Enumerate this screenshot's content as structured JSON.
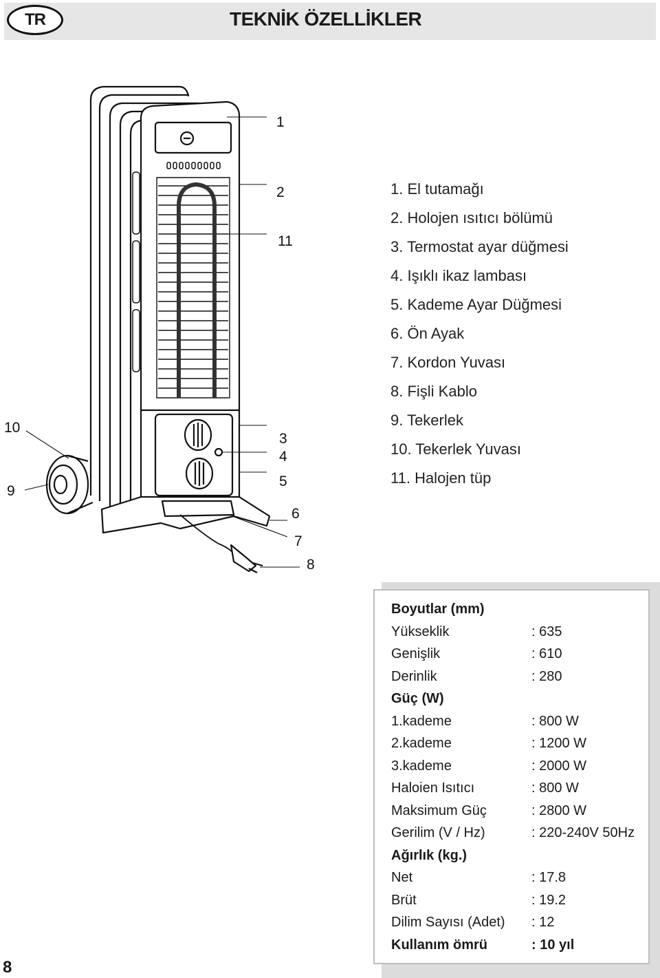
{
  "header": {
    "lang_code": "TR",
    "title": "TEKNİK ÖZELLİKLER"
  },
  "diagram": {
    "callouts": [
      "1",
      "2",
      "11",
      "3",
      "4",
      "5",
      "6",
      "7",
      "8",
      "10",
      "9"
    ]
  },
  "parts": [
    "1. El tutamağı",
    "2. Holojen ısıtıcı bölümü",
    "3. Termostat ayar düğmesi",
    "4. Işıklı ikaz lambası",
    "5. Kademe Ayar Düğmesi",
    "6. Ön Ayak",
    "7. Kordon Yuvası",
    "8. Fişli Kablo",
    "9. Tekerlek",
    "10. Tekerlek Yuvası",
    "11. Halojen tüp"
  ],
  "specs": [
    {
      "label": "Boyutlar (mm)",
      "value": "",
      "heading": true
    },
    {
      "label": "Yükseklik",
      "value": ": 635"
    },
    {
      "label": "Genişlik",
      "value": ": 610"
    },
    {
      "label": "Derinlik",
      "value": ": 280"
    },
    {
      "label": "Güç (W)",
      "value": "",
      "heading": true
    },
    {
      "label": "1.kademe",
      "value": ": 800 W"
    },
    {
      "label": "2.kademe",
      "value": ": 1200 W"
    },
    {
      "label": "3.kademe",
      "value": ": 2000 W"
    },
    {
      "label": "Haloien Isıtıcı",
      "value": ": 800 W"
    },
    {
      "label": "Maksimum Güç",
      "value": ": 2800 W"
    },
    {
      "label": "Gerilim (V / Hz)",
      "value": ": 220-240V 50Hz"
    },
    {
      "label": "Ağırlık (kg.)",
      "value": "",
      "heading": true
    },
    {
      "label": "Net",
      "value": ": 17.8"
    },
    {
      "label": "Brüt",
      "value": ": 19.2"
    },
    {
      "label": "Dilim Sayısı (Adet)",
      "value": ": 12"
    },
    {
      "label": "Kullanım ömrü",
      "value": ": 10 yıl",
      "heading": true
    }
  ],
  "page_number": "8"
}
